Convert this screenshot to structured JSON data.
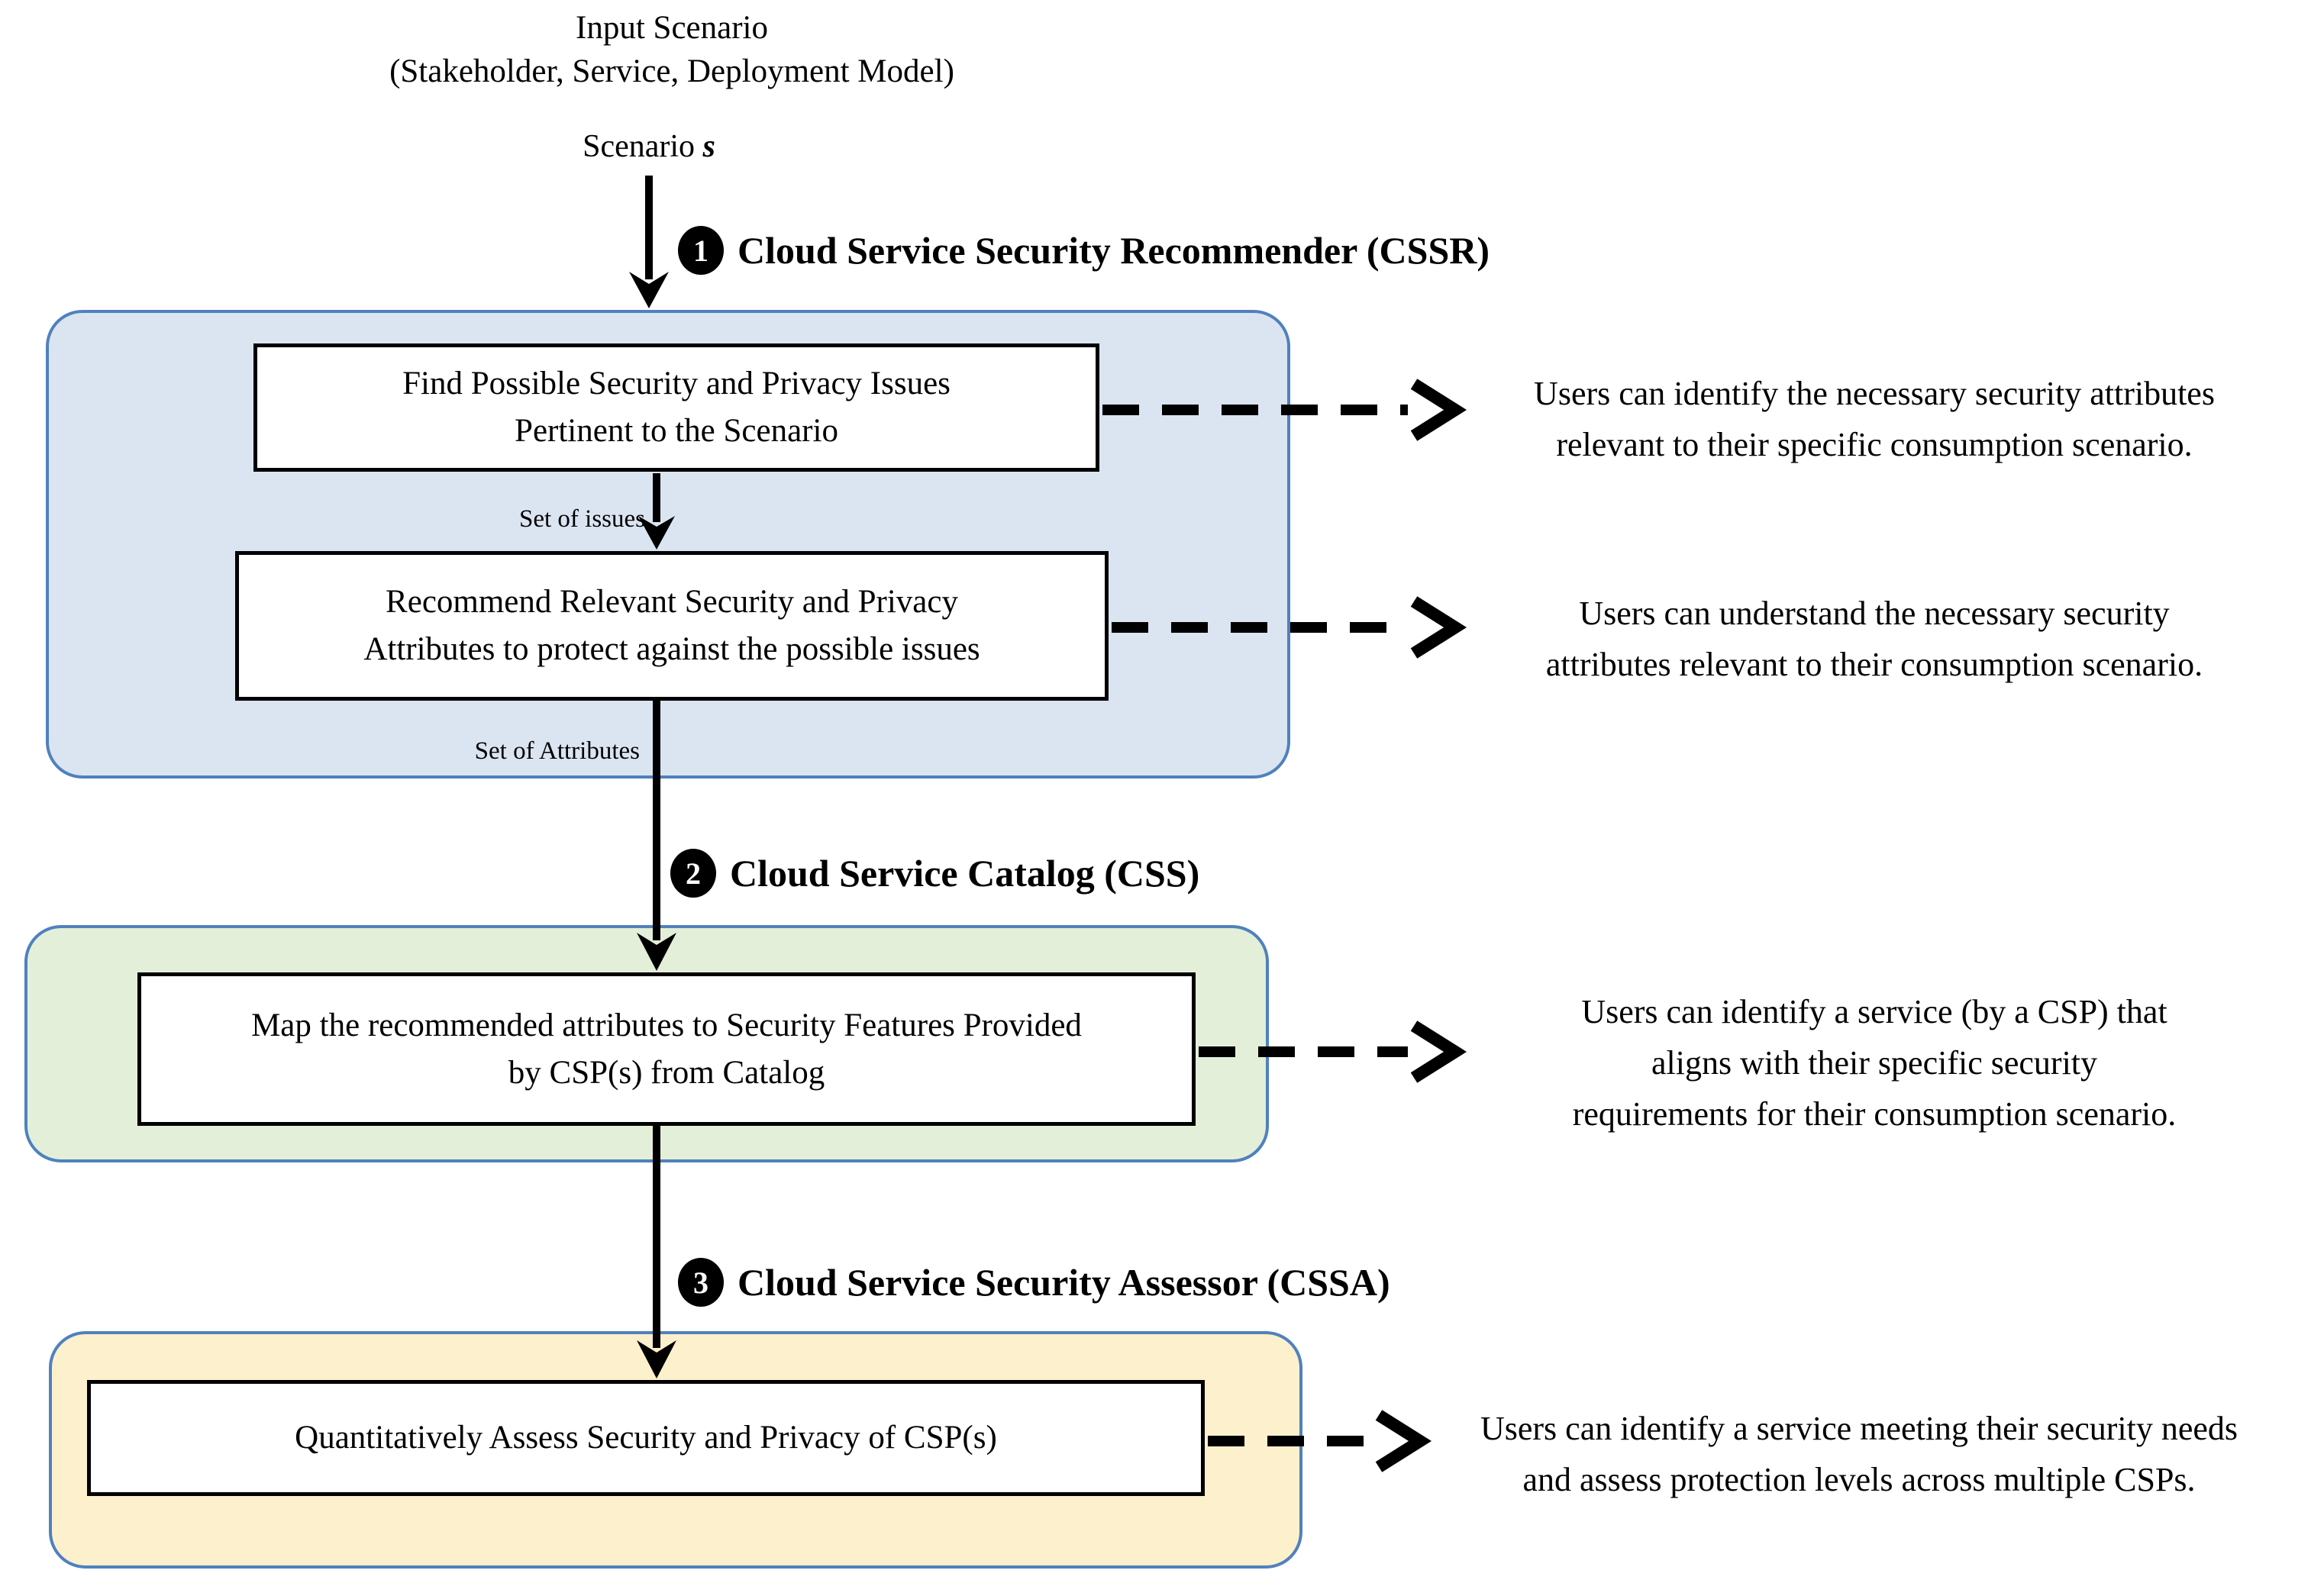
{
  "input": {
    "title": "Input Scenario",
    "subtitle": "(Stakeholder, Service, Deployment Model)",
    "scenario_prefix": "Scenario ",
    "scenario_var": "s"
  },
  "colors": {
    "section1_fill": "#dbe5f1",
    "section2_fill": "#e3efd9",
    "section3_fill": "#fdf0cd",
    "container_border": "#4f81bd",
    "arrow": "#000000"
  },
  "sections": [
    {
      "number": "1",
      "title": "Cloud Service Security Recommender (CSSR)",
      "box1_line1": "Find Possible Security and Privacy Issues",
      "box1_line2": "Pertinent to the Scenario",
      "flow_label1": "Set of issues",
      "box2_line1": "Recommend Relevant Security and Privacy",
      "box2_line2": "Attributes to protect against the possible issues",
      "flow_label2": "Set of Attributes",
      "note1_line1": "Users can identify the necessary security attributes",
      "note1_line2": "relevant to their specific consumption scenario.",
      "note2_line1": "Users can understand the necessary security",
      "note2_line2": "attributes relevant to their consumption scenario."
    },
    {
      "number": "2",
      "title": "Cloud Service Catalog (CSS)",
      "box_line1": "Map the recommended attributes to Security Features Provided",
      "box_line2": "by CSP(s) from Catalog",
      "note_line1": "Users can identify a service (by a CSP) that",
      "note_line2": "aligns with their specific security",
      "note_line3": "requirements for their consumption scenario."
    },
    {
      "number": "3",
      "title": "Cloud Service Security Assessor (CSSA)",
      "box_line1": "Quantitatively Assess Security and Privacy of CSP(s)",
      "note_line1": "Users can identify a service meeting their security needs",
      "note_line2": "and assess protection levels across multiple CSPs."
    }
  ]
}
